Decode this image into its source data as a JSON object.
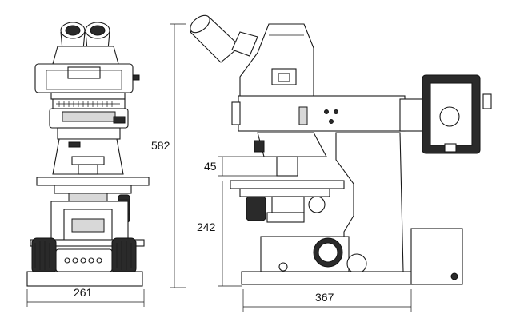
{
  "dimensions": {
    "front_width": "261",
    "total_height": "582",
    "side_width": "367",
    "stage_offset": "45",
    "stage_height": "242"
  },
  "colors": {
    "line": "#1a1a1a",
    "background": "#ffffff"
  }
}
